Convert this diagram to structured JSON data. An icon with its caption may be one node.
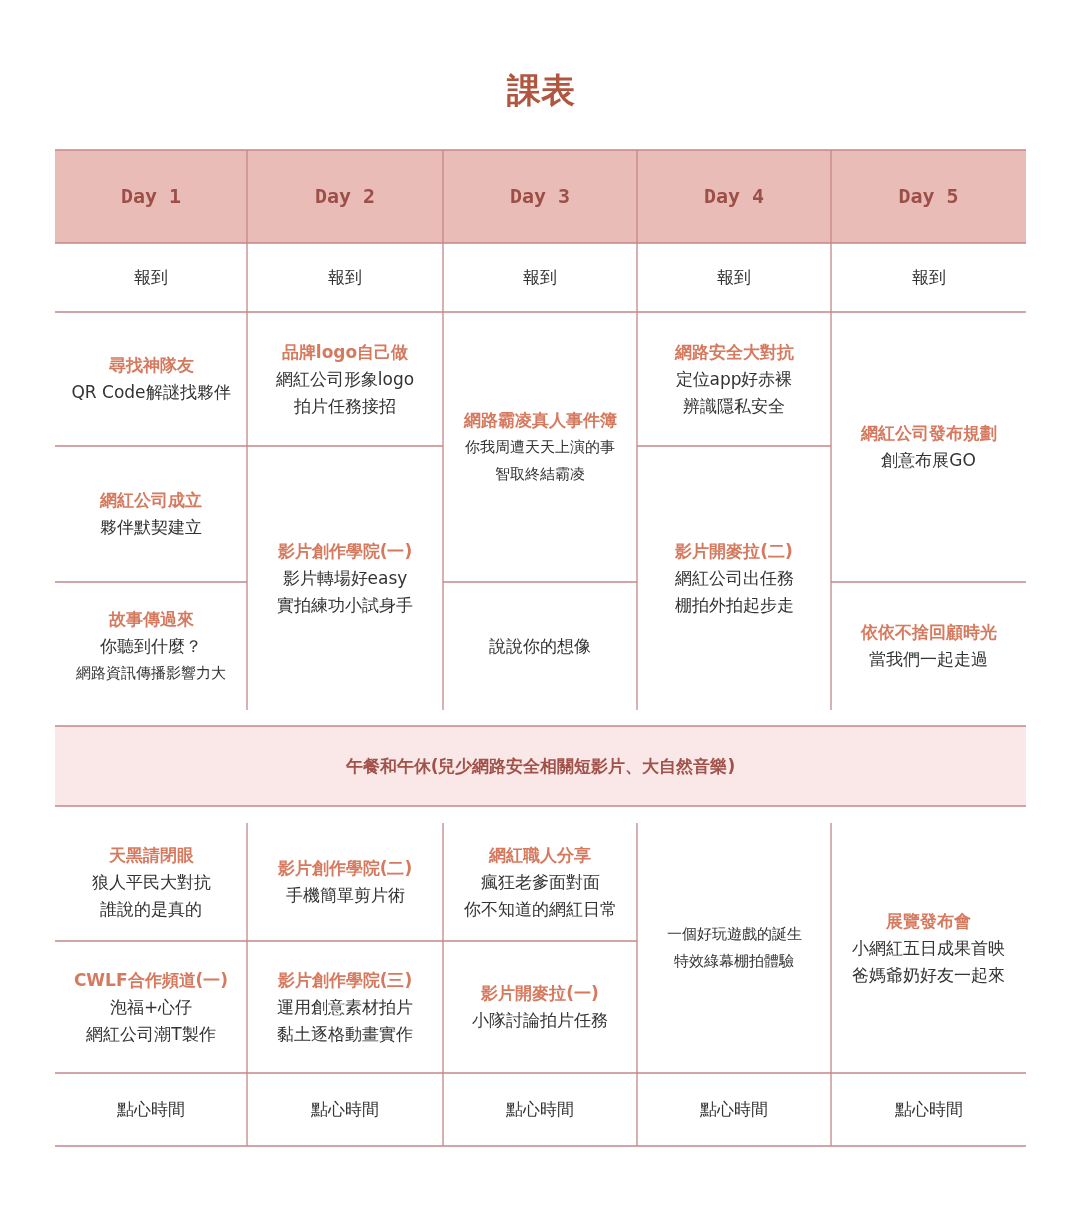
{
  "diagram": {
    "title": "課表",
    "labels": [
      "Day 1",
      "Day 2",
      "Day 3",
      "Day 4",
      "Day 5",
      "報到",
      "報到",
      "報到",
      "報到",
      "報到",
      "尋找神隊友",
      "QR Code解謎找夥伴",
      "品牌logo自己做",
      "網紅公司形象logo",
      "拍片任務接招",
      "網路霸凌真人事件簿",
      "你我周遭天天上演的事",
      "智取終結霸凌",
      "網路安全大對抗",
      "定位app好赤裸",
      "辨識隱私安全",
      "網紅公司發布規劃",
      "創意布展GO",
      "網紅公司成立",
      "夥伴默契建立",
      "影片創作學院(一)",
      "影片轉場好easy",
      "實拍練功小試身手",
      "影片開麥拉(二)",
      "網紅公司出任務",
      "棚拍外拍起步走",
      "故事傳過來",
      "你聽到什麼？",
      "網路資訊傳播影響力大",
      "說說你的想像",
      "依依不捨回顧時光",
      "當我們一起走過",
      "午餐和午休(兒少網路安全相關短影片、大自然音樂)",
      "天黑請閉眼",
      "狼人平民大對抗",
      "誰說的是真的",
      "影片創作學院(二)",
      "手機簡單剪片術",
      "網紅職人分享",
      "瘋狂老爹面對面",
      "你不知道的網紅日常",
      "CWLF合作頻道(一)",
      "泡福+心仔",
      "網紅公司潮T製作",
      "影片創作學院(三)",
      "運用創意素材拍片",
      "黏土逐格動畫實作",
      "影片開麥拉(一)",
      "小隊討論拍片任務",
      "一個好玩遊戲的誕生",
      "特效綠幕棚拍體驗",
      "展覽發布會",
      "小網紅五日成果首映",
      "爸媽爺奶好友一起來",
      "點心時間",
      "點心時間",
      "點心時間",
      "點心時間",
      "點心時間"
    ]
  }
}
